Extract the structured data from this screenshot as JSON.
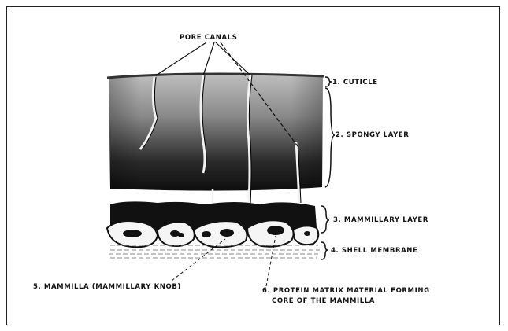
{
  "labels": {
    "pore_canals": "PORE CANALS",
    "cuticle": "1. CUTICLE",
    "spongy": "2. SPONGY LAYER",
    "mammillary": "3. MAMMILLARY LAYER",
    "membrane": "4. SHELL MEMBRANE",
    "mammilla": "5. MAMMILLA (MAMMILLARY KNOB)",
    "protein_line1": "6. PROTEIN MATRIX MATERIAL FORMING",
    "protein_line2": "CORE OF THE MAMMILLA"
  }
}
